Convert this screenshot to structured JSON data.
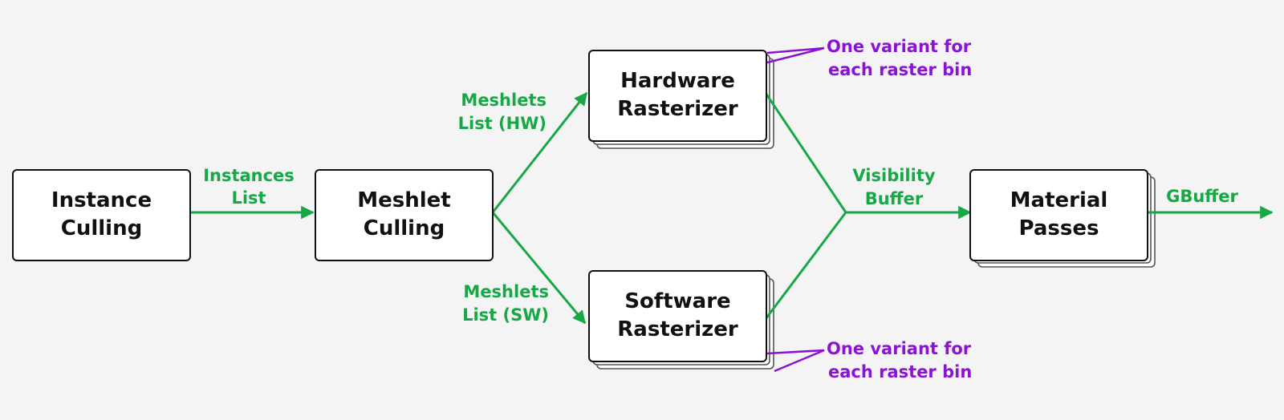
{
  "boxes": {
    "instance_culling": {
      "line1": "Instance",
      "line2": "Culling"
    },
    "meshlet_culling": {
      "line1": "Meshlet",
      "line2": "Culling"
    },
    "hardware_rasterizer": {
      "line1": "Hardware",
      "line2": "Rasterizer"
    },
    "software_rasterizer": {
      "line1": "Software",
      "line2": "Rasterizer"
    },
    "material_passes": {
      "line1": "Material",
      "line2": "Passes"
    }
  },
  "edges": {
    "instances_list": {
      "line1": "Instances",
      "line2": "List"
    },
    "meshlets_hw": {
      "line1": "Meshlets",
      "line2": "List (HW)"
    },
    "meshlets_sw": {
      "line1": "Meshlets",
      "line2": "List (SW)"
    },
    "visibility_buffer": {
      "line1": "Visibility",
      "line2": "Buffer"
    },
    "gbuffer": {
      "line1": "GBuffer"
    }
  },
  "notes": {
    "hw_variant": {
      "line1": "One variant for",
      "line2": "each raster bin"
    },
    "sw_variant": {
      "line1": "One variant for",
      "line2": "each raster bin"
    }
  },
  "colors": {
    "flow": "#17a846",
    "note": "#8c12d4",
    "box_border": "#111111",
    "background": "#f4f4f4"
  }
}
